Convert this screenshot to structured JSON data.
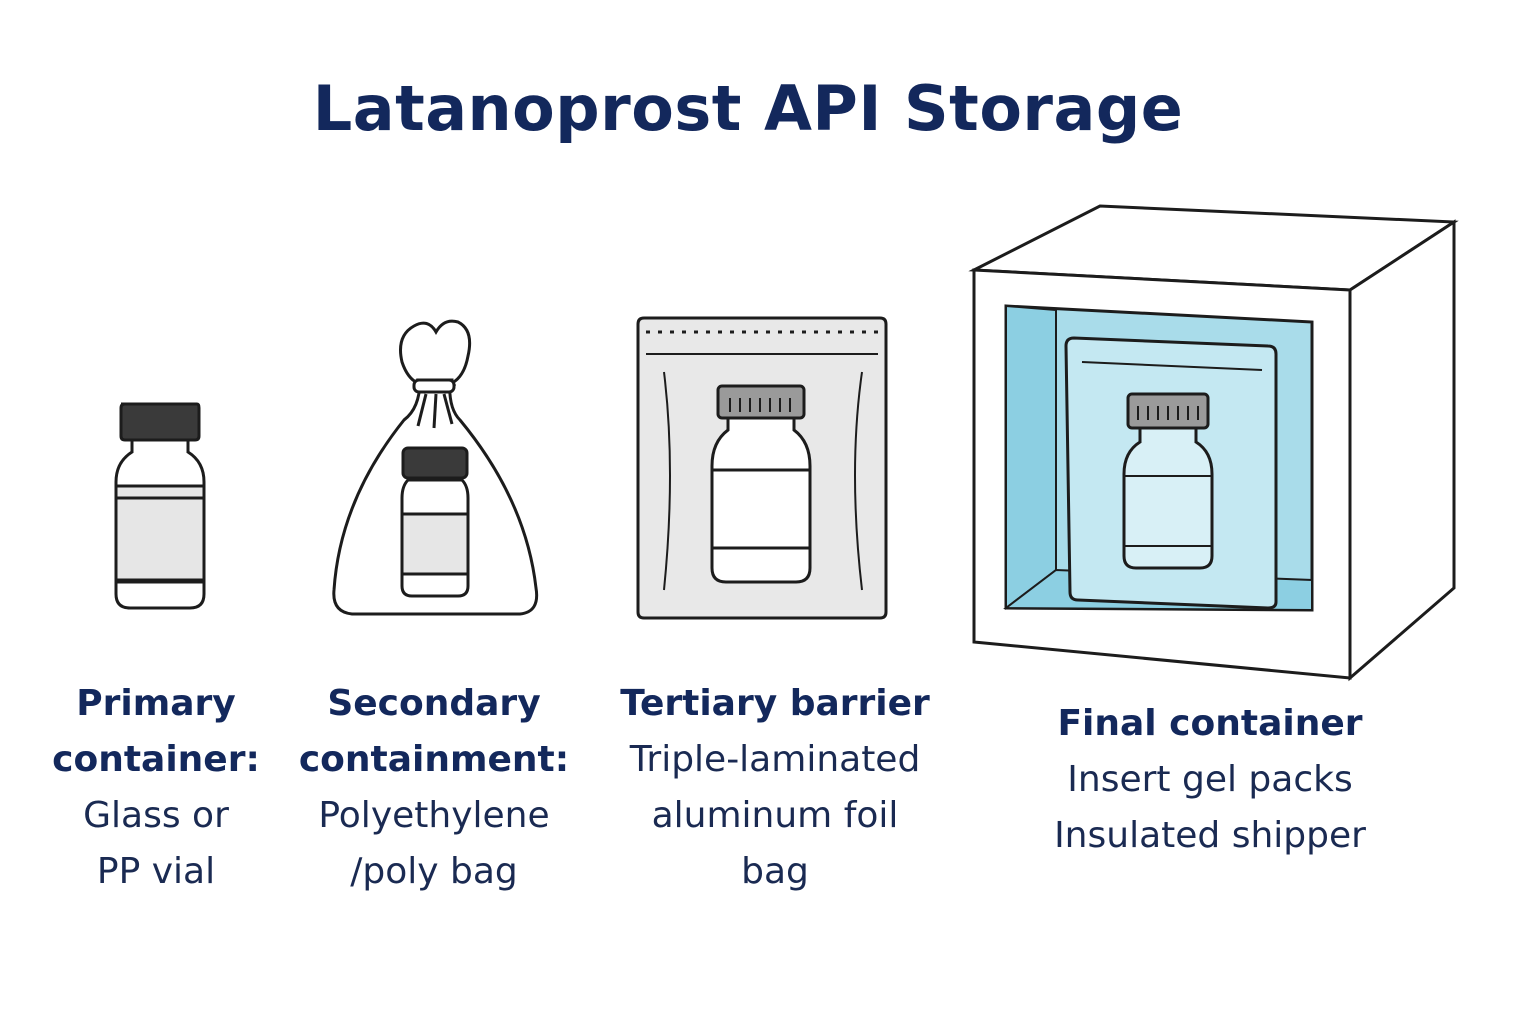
{
  "title": "Latanoprost API Storage",
  "colors": {
    "title": "#13285c",
    "outline": "#1c1c1c",
    "vial_cap": "#3a3a3a",
    "foil_fill": "#e8e8e8",
    "cap_grey": "#9a9a9a",
    "box_inner": "#a9dcea",
    "box_inner_dark": "#8ccfe2"
  },
  "steps": [
    {
      "heading_lines": [
        "Primary",
        "container:"
      ],
      "desc_lines": [
        "Glass or",
        "PP vial"
      ],
      "icon": "vial-icon"
    },
    {
      "heading_lines": [
        "Secondary",
        "containment:"
      ],
      "desc_lines": [
        "Polyethylene",
        "/poly bag"
      ],
      "icon": "poly-bag-icon"
    },
    {
      "heading_lines": [
        "Tertiary barrier"
      ],
      "desc_lines": [
        "Triple-laminated",
        "aluminum foil",
        "bag"
      ],
      "icon": "foil-bag-icon"
    },
    {
      "heading_lines": [
        "Final container"
      ],
      "desc_lines": [
        "Insert gel packs",
        "Insulated shipper"
      ],
      "icon": "insulated-shipper-icon"
    }
  ]
}
